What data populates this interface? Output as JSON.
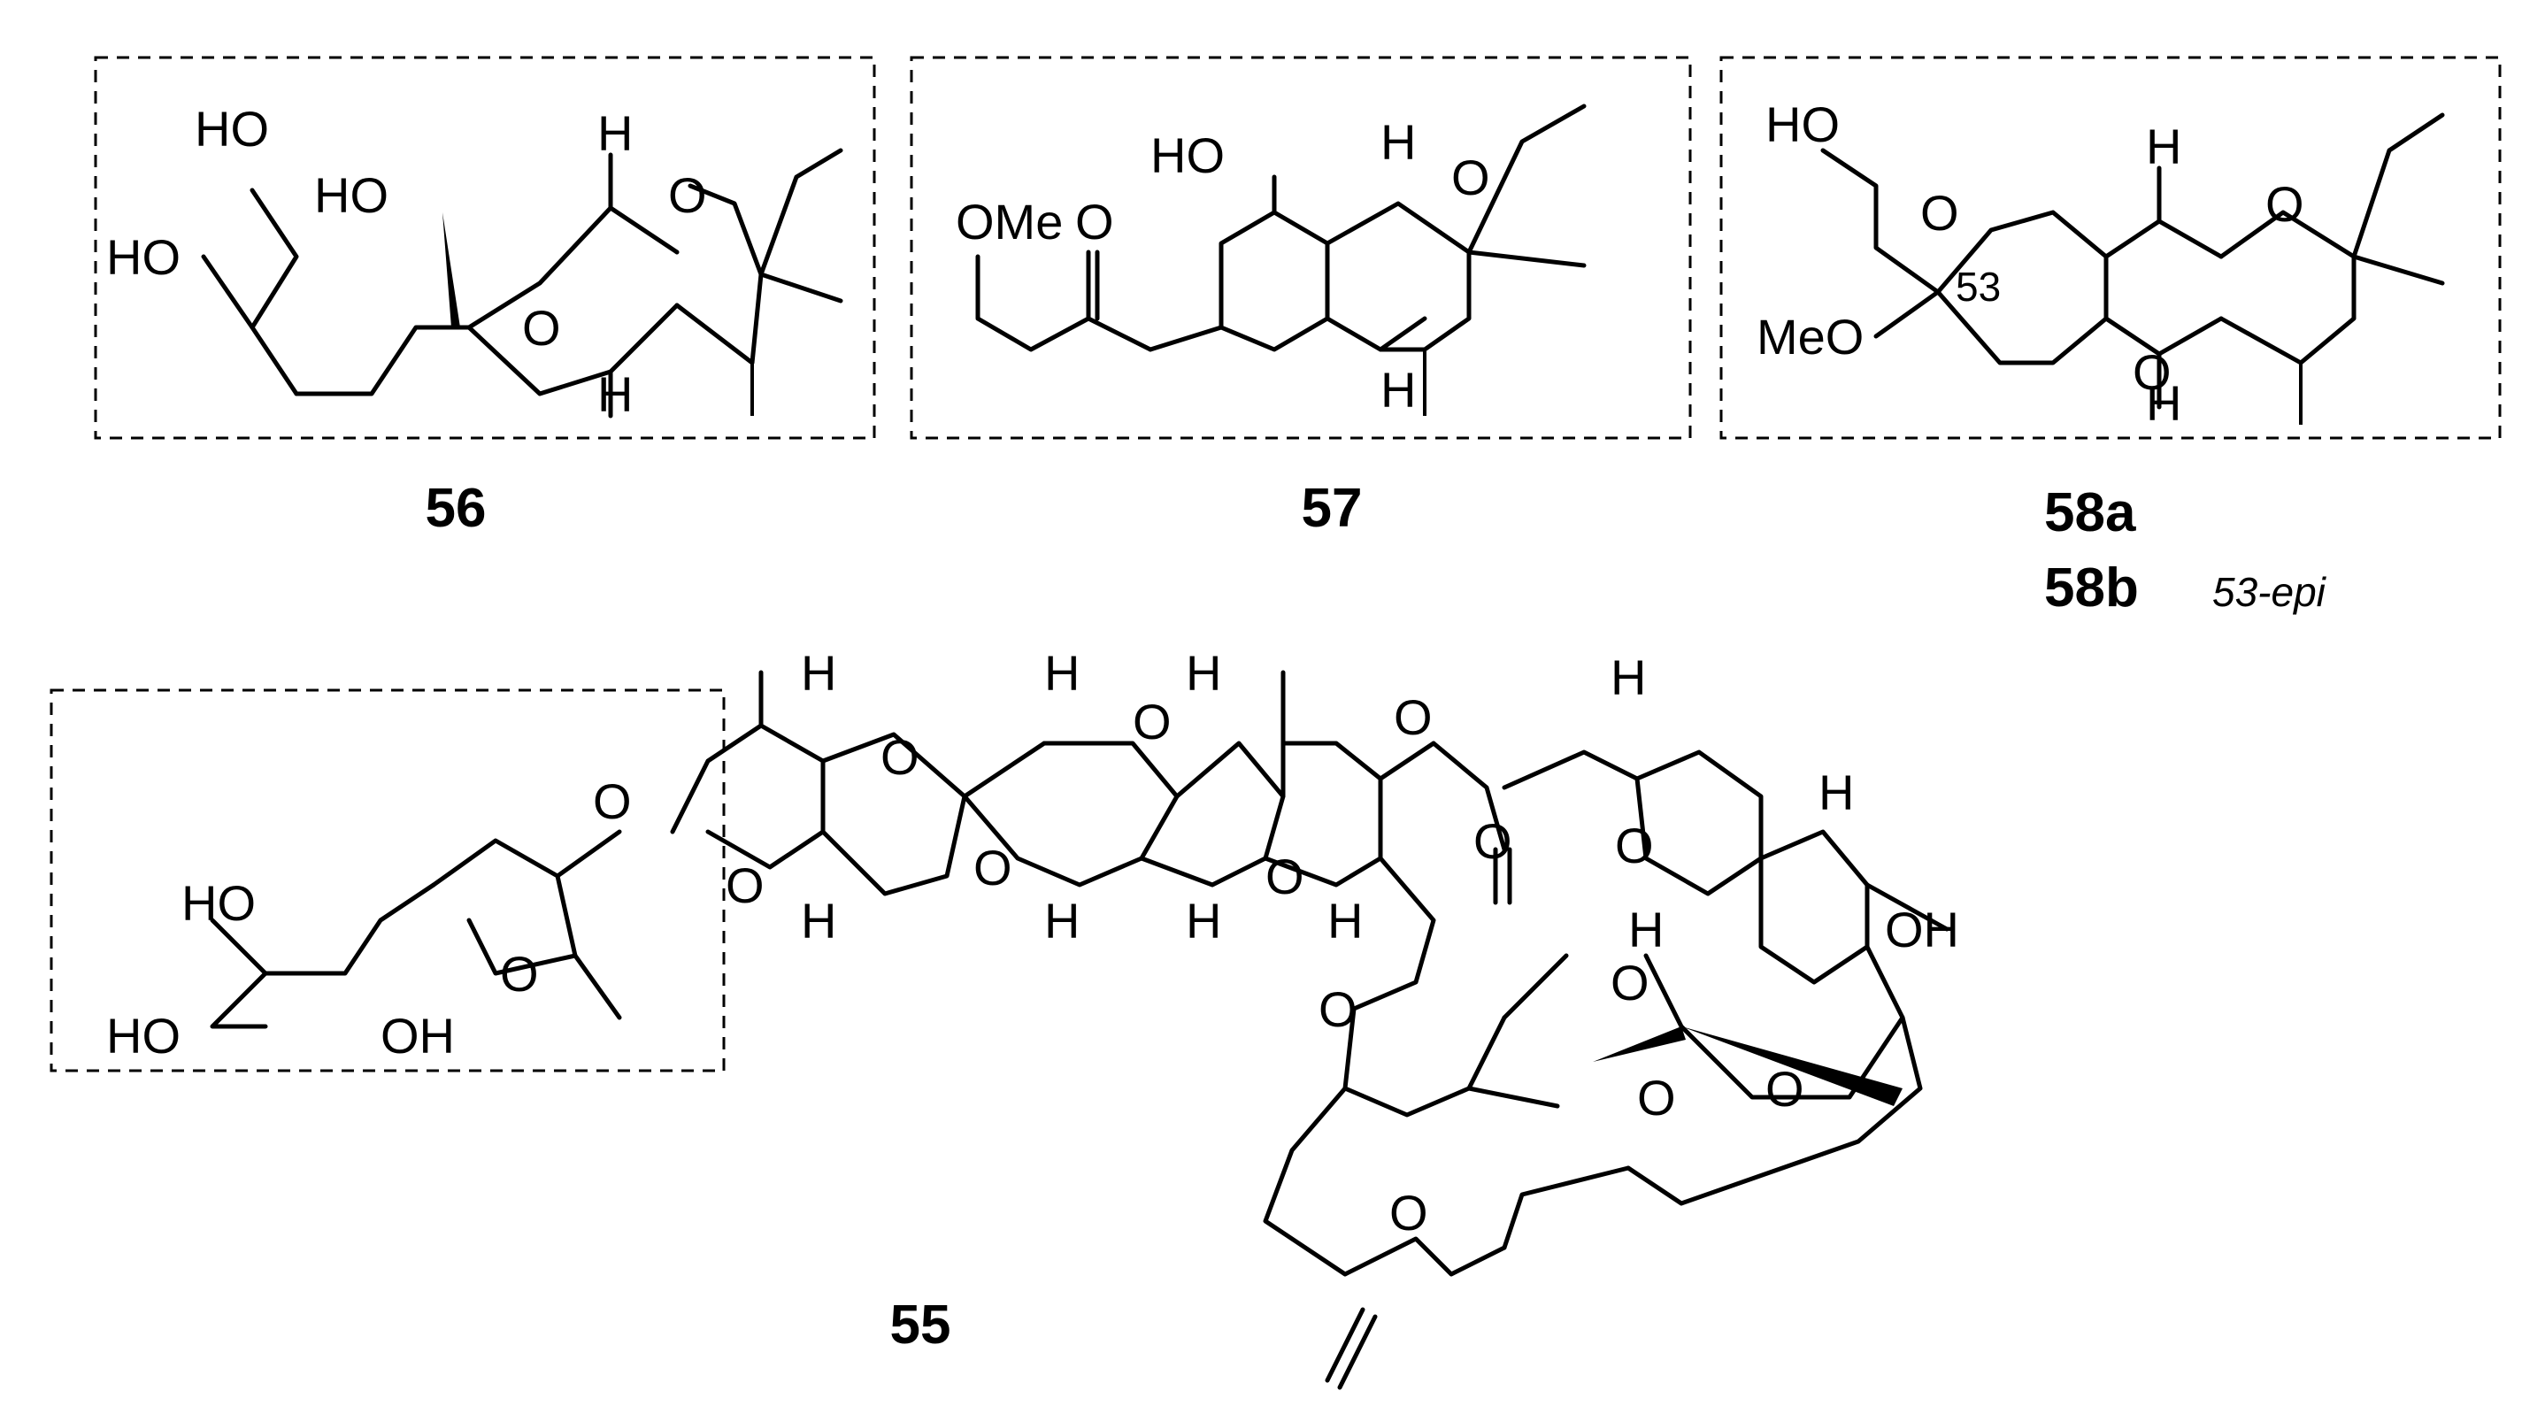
{
  "compounds": {
    "c56": {
      "label": "56"
    },
    "c57": {
      "label": "57"
    },
    "c58a": {
      "label": "58a"
    },
    "c58b": {
      "label": "58b",
      "note": "53-epi"
    },
    "c55": {
      "label": "55"
    }
  },
  "atoms": {
    "HO": "HO",
    "OH": "OH",
    "O": "O",
    "H": "H",
    "OMe": "OMe",
    "MeO": "MeO",
    "c53": "53"
  },
  "colors": {
    "ink": "#000000",
    "background": "#ffffff"
  }
}
